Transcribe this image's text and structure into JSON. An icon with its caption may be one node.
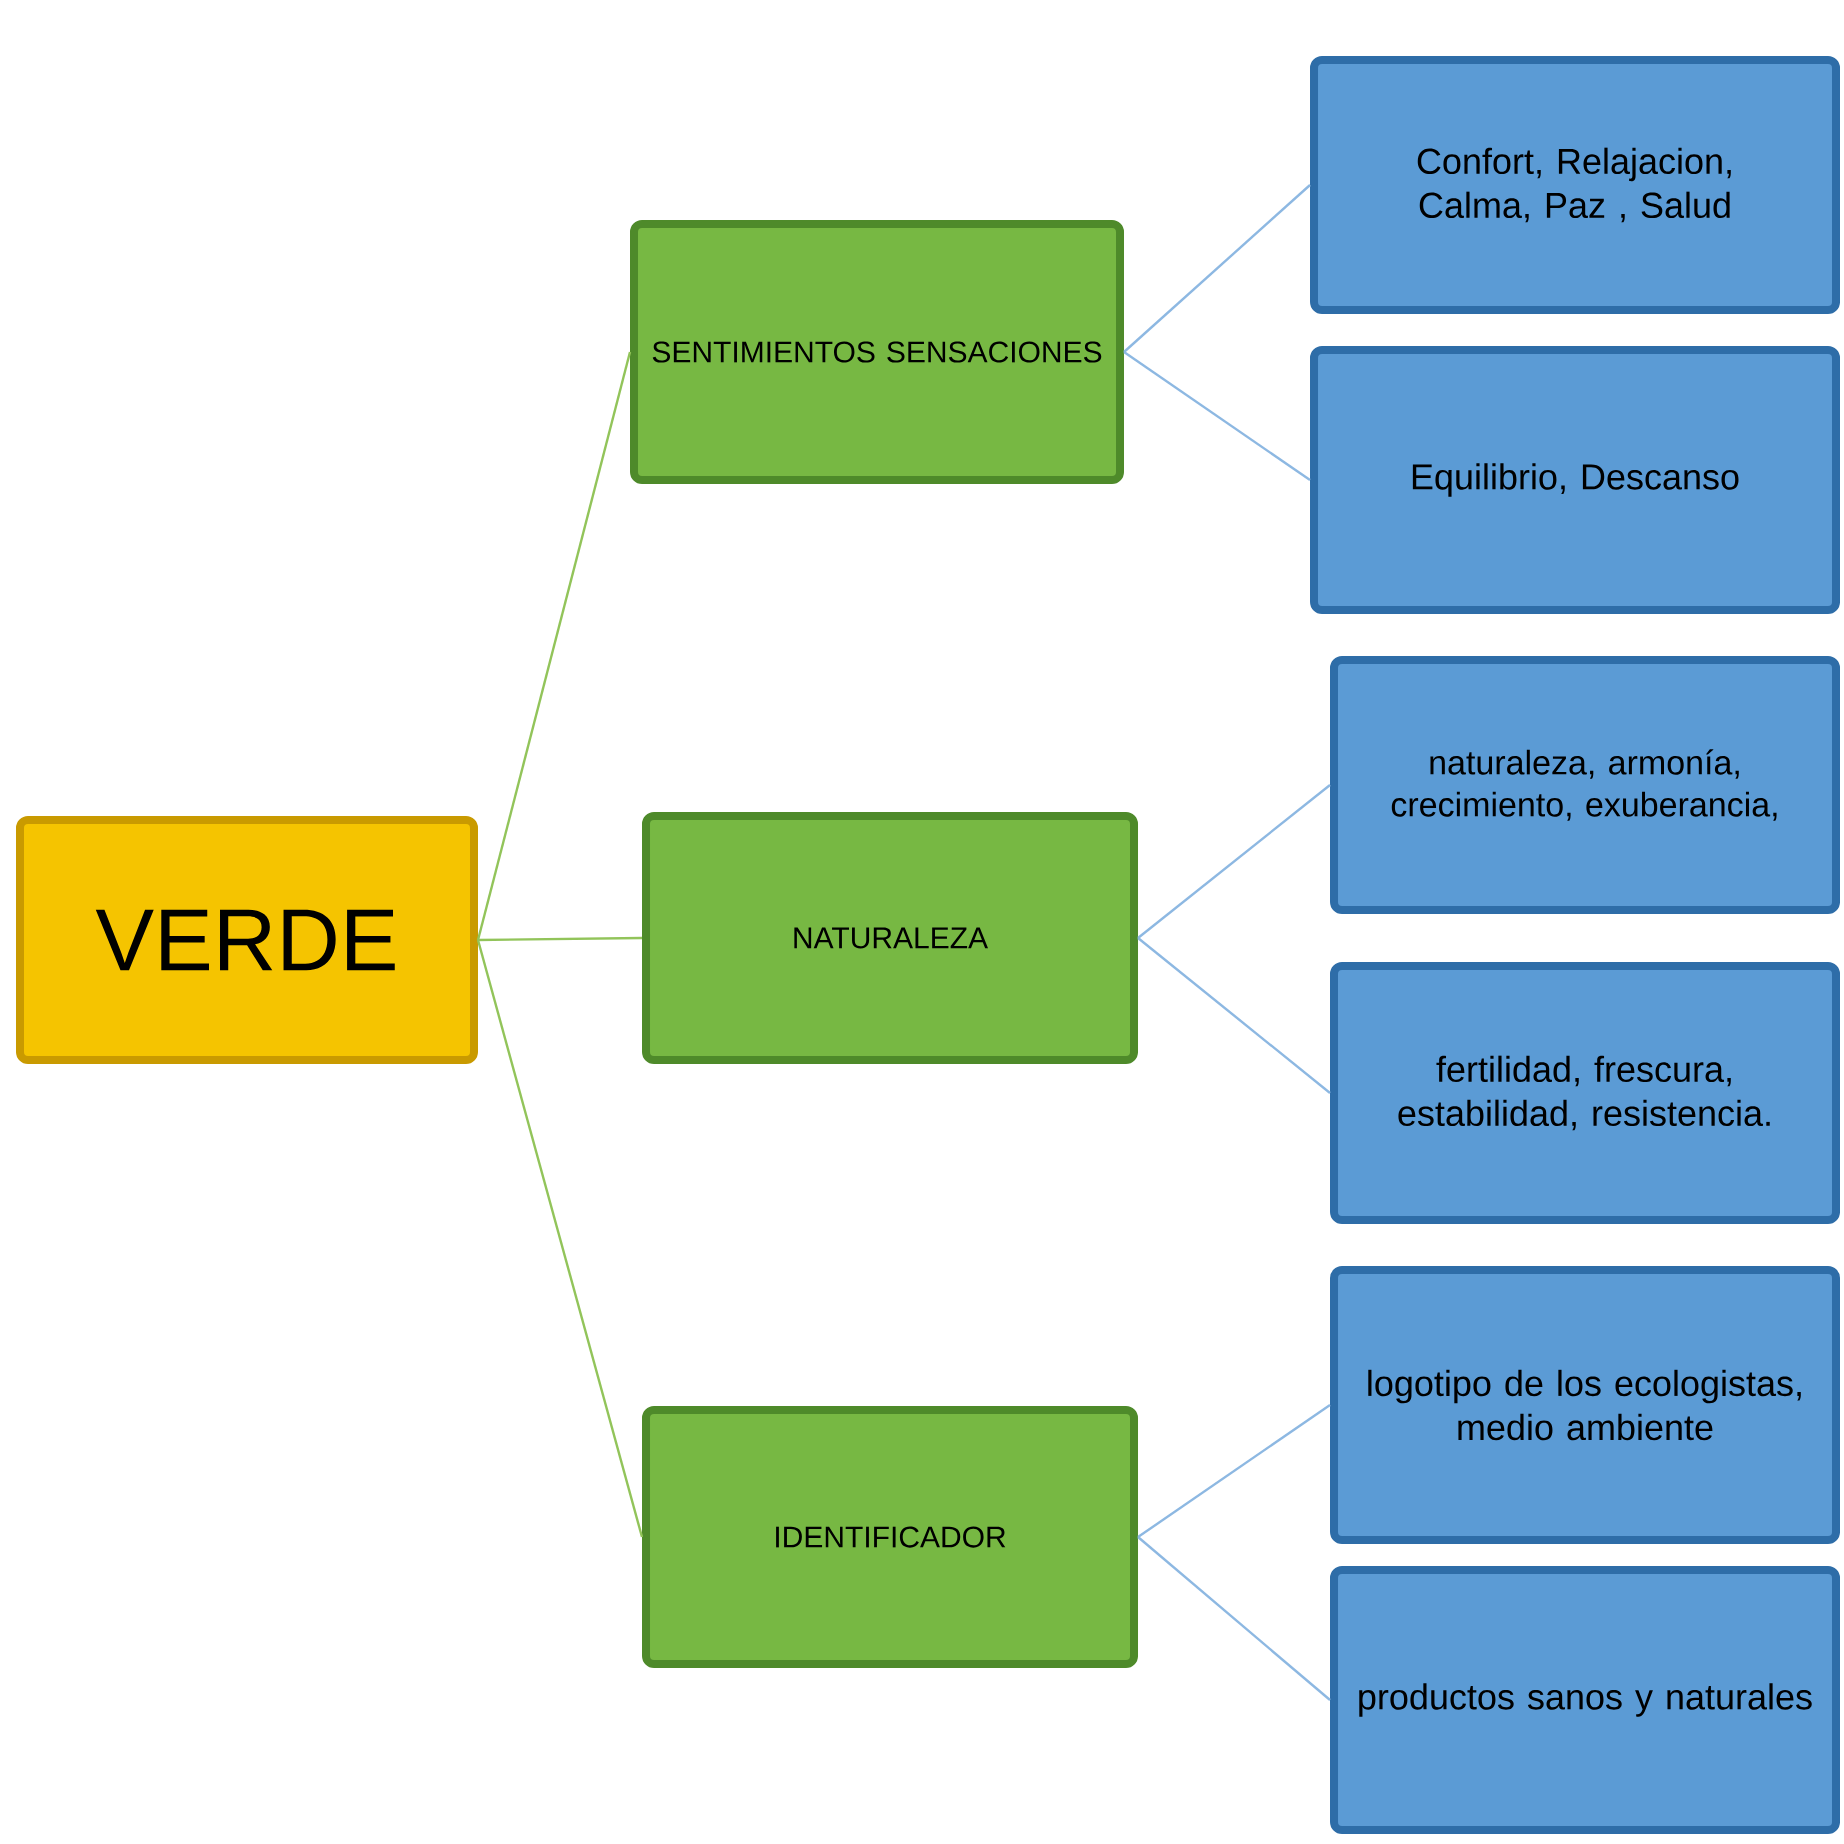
{
  "diagram": {
    "nodes": [
      {
        "text": [
          "VERDE"
        ]
      },
      {
        "text": [
          "SENTIMIENTOS SENSACIONES"
        ]
      },
      {
        "text": [
          "Confort, Relajacion, Calma, Paz , Salud"
        ]
      },
      {
        "text": [
          "Equilibrio, Descanso"
        ]
      },
      {
        "text": [
          "NATURALEZA"
        ]
      },
      {
        "text": [
          "naturaleza, armonía, crecimiento, exuberancia,"
        ]
      },
      {
        "text": [
          "fertilidad, frescura, estabilidad, resistencia."
        ]
      },
      {
        "text": [
          "IDENTIFICADOR"
        ]
      },
      {
        "text": [
          "logotipo de los ecologistas, medio ambiente"
        ]
      },
      {
        "text": [
          "productos sanos y naturales"
        ]
      }
    ],
    "edges": [
      {
        "from": 0,
        "to": 1,
        "arrow": "none",
        "color": "#92c45a"
      },
      {
        "from": 0,
        "to": 4,
        "arrow": "none",
        "color": "#92c45a"
      },
      {
        "from": 0,
        "to": 7,
        "arrow": "none",
        "color": "#92c45a"
      },
      {
        "from": 1,
        "to": 2,
        "arrow": "none"
      },
      {
        "from": 1,
        "to": 3,
        "arrow": "none"
      },
      {
        "from": 4,
        "to": 5,
        "arrow": "none"
      },
      {
        "from": 4,
        "to": 6,
        "arrow": "none"
      },
      {
        "from": 7,
        "to": 8,
        "arrow": "none"
      },
      {
        "from": 7,
        "to": 9,
        "arrow": "none"
      }
    ]
  }
}
